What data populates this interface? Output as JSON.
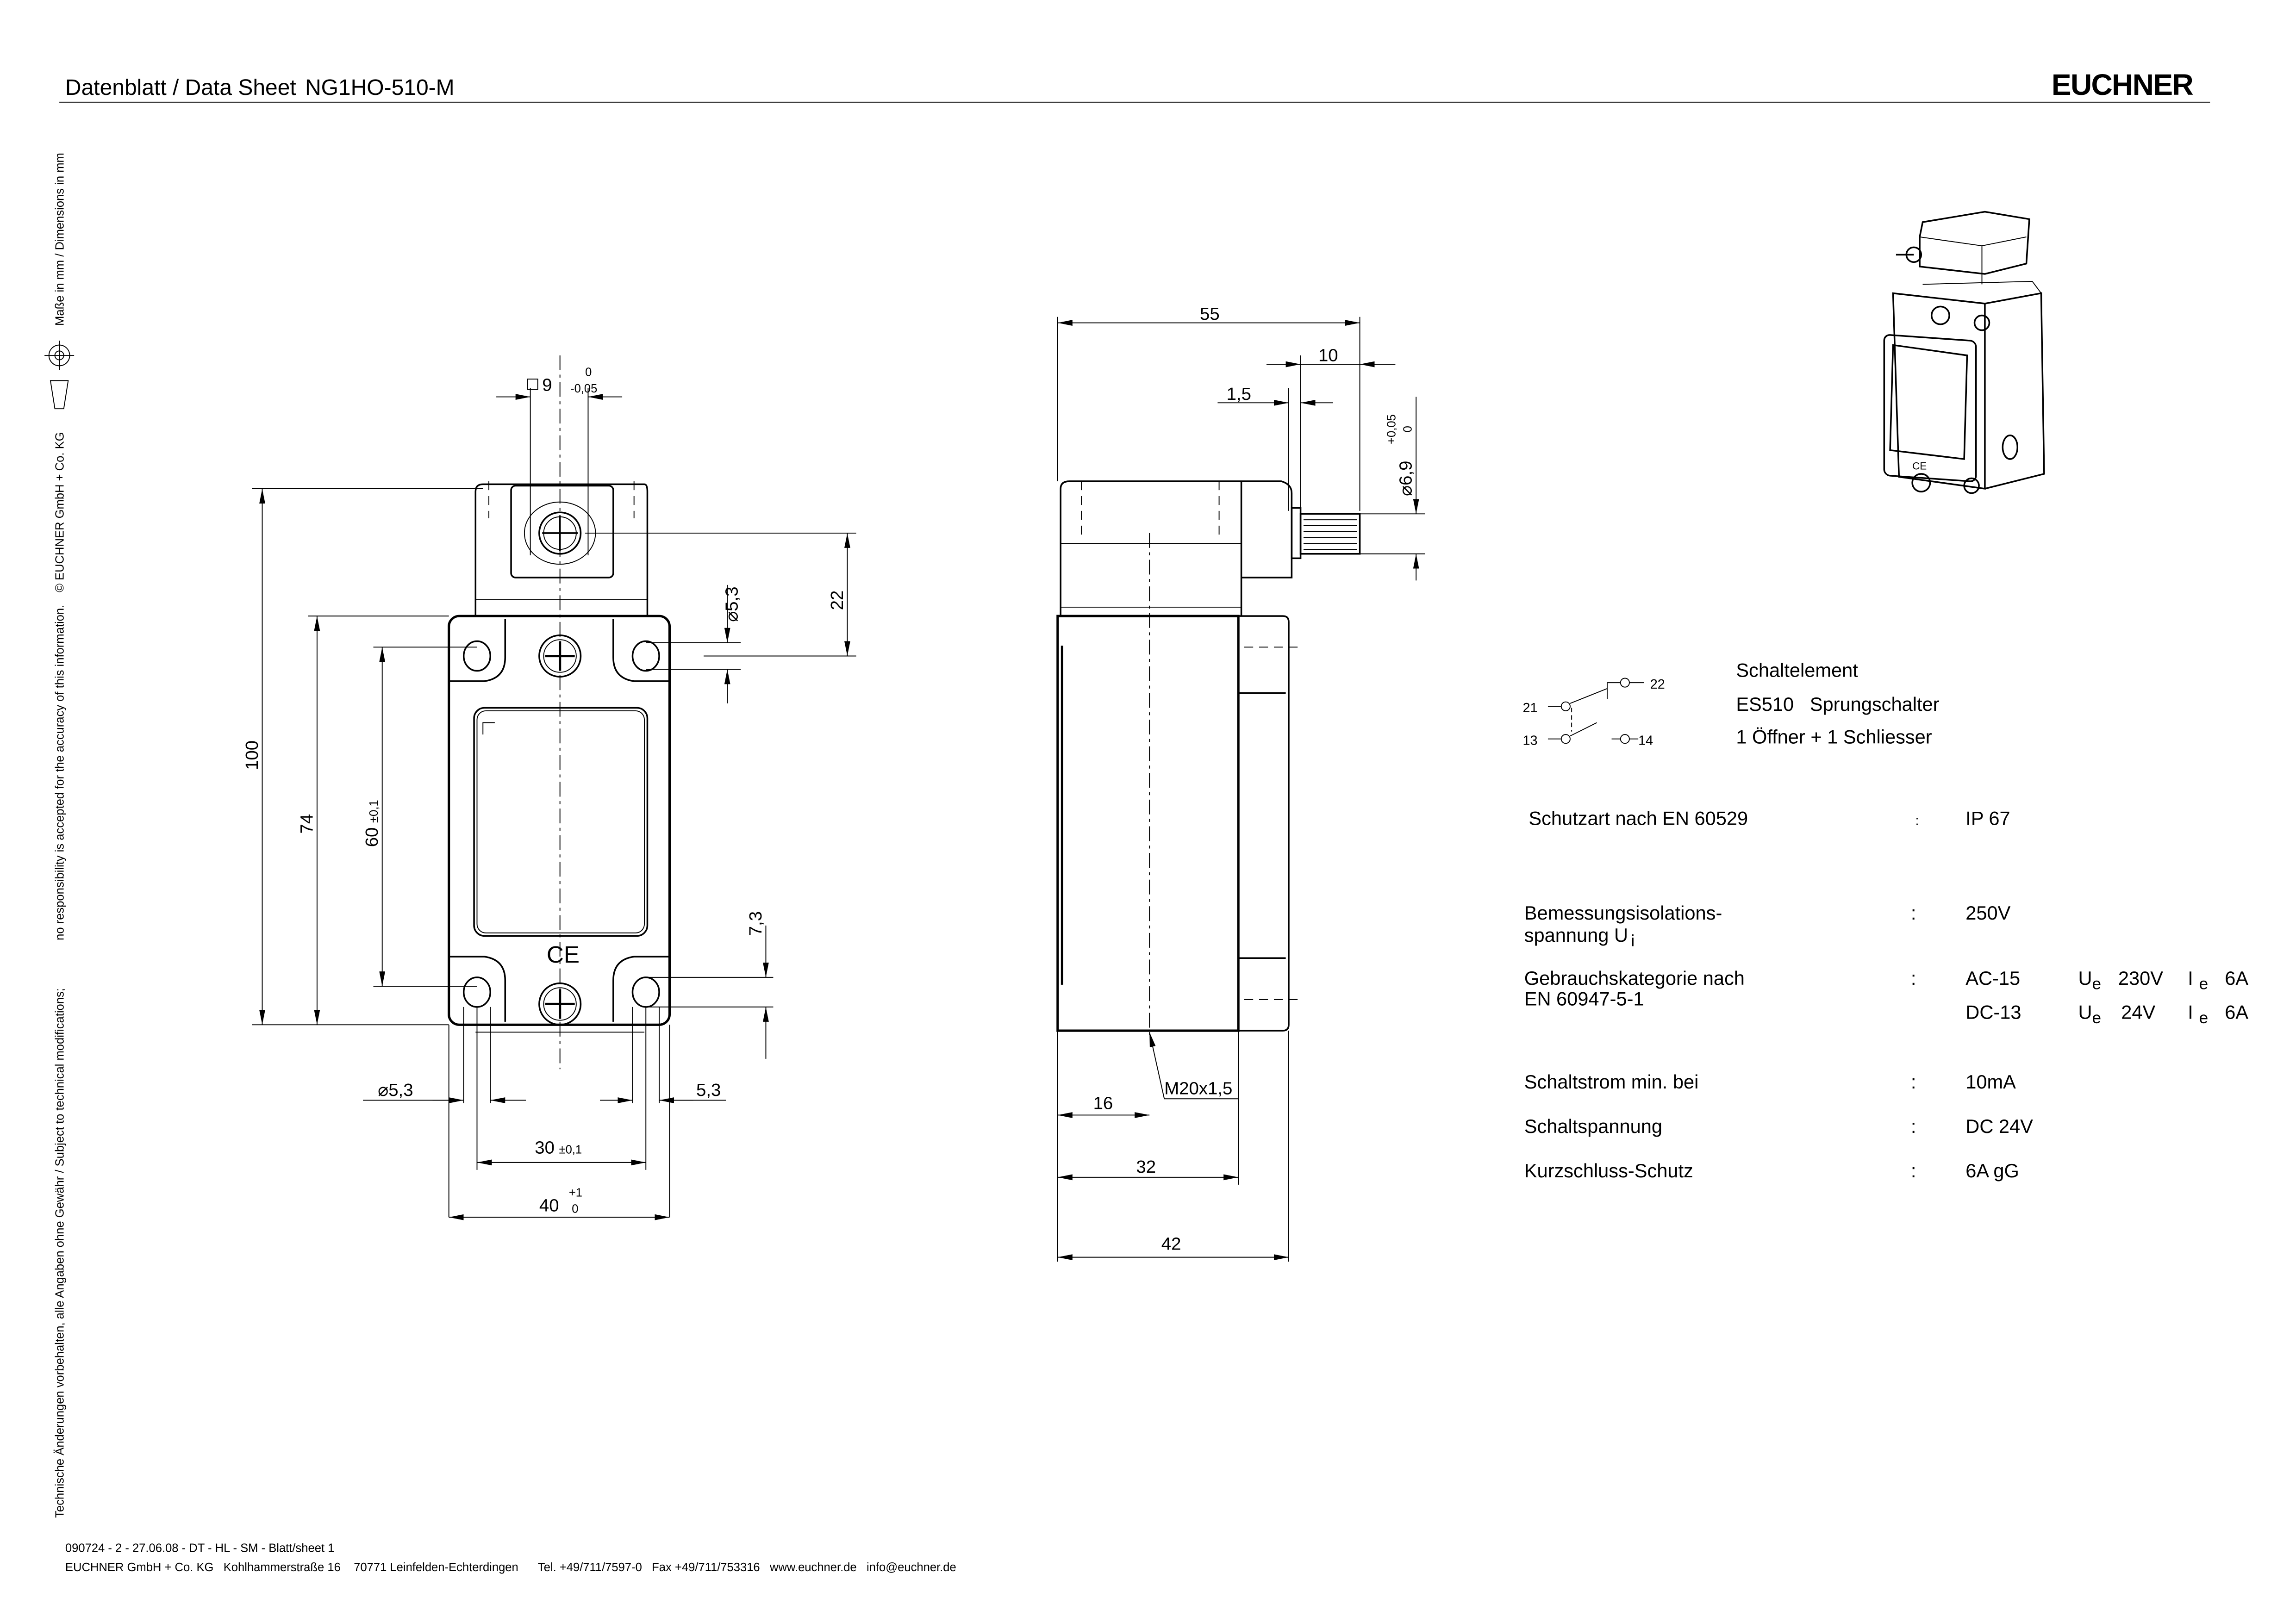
{
  "header": {
    "title": "Datenblatt / Data Sheet",
    "product": "NG1HO-510-M",
    "logo": "EUCHNER"
  },
  "margin": {
    "dimensions_note": "Maße in mm / Dimensions in mm",
    "copyright": "© EUCHNER GmbH + Co. KG",
    "responsibility": "no responsibility is accepted for the accuracy of this information.",
    "modifications": "Technische Änderungen vorbehalten, alle Angaben ohne Gewähr / Subject to technical modifications;"
  },
  "front_view": {
    "square": "9",
    "square_tol_upper": "0",
    "square_tol_lower": "-0,05",
    "dim_100": "100",
    "dim_74": "74",
    "dim_60": "60",
    "dim_60_tol": "±0,1",
    "dim_22": "22",
    "hole_top": "5,3",
    "dim_7_3": "7,3",
    "hole_bottom": "5,3",
    "dim_5_3": "5,3",
    "dim_30": "30",
    "dim_30_tol": "±0,1",
    "dim_40": "40",
    "dim_40_tol_upper": "+1",
    "dim_40_tol_lower": "0",
    "diameter_symbol": "⌀"
  },
  "side_view": {
    "dim_55": "55",
    "dim_10": "10",
    "dim_1_5": "1,5",
    "shaft": "6,9",
    "shaft_tol_upper": "+0,05",
    "shaft_tol_lower": "0",
    "thread": "M20x1,5",
    "dim_16": "16",
    "dim_32": "32",
    "dim_42": "42"
  },
  "contact": {
    "t21": "21",
    "t22": "22",
    "t13": "13",
    "t14": "14",
    "title": "Schaltelement",
    "element": "ES510   Sprungschalter",
    "config": "1 Öffner + 1 Schliesser"
  },
  "specs": {
    "protection": {
      "label": "Schutzart nach EN 60529",
      "value": "IP 67"
    },
    "insulation": {
      "label1": "Bemessungsisolations-",
      "label2": "spannung U",
      "label_sub": "i",
      "value": "250V"
    },
    "category": {
      "label1": "Gebrauchskategorie nach",
      "label2": "EN 60947-5-1",
      "rows": [
        {
          "cat": "AC-15",
          "u": "U",
          "u_sub": "e",
          "u_val": "230V",
          "i": "I",
          "i_sub": "e",
          "i_val": "6A"
        },
        {
          "cat": "DC-13",
          "u": "U",
          "u_sub": "e",
          "u_val": "24V",
          "i": "I",
          "i_sub": "e",
          "i_val": "6A"
        }
      ]
    },
    "min_current": {
      "label": "Schaltstrom min. bei",
      "value": "10mA"
    },
    "switch_voltage": {
      "label": "Schaltspannung",
      "value": "DC 24V"
    },
    "short_circuit": {
      "label": "Kurzschluss-Schutz",
      "value": "6A gG"
    },
    "colon": ":"
  },
  "footer": {
    "doc_line": "090724 - 2 - 27.06.08 - DT - HL - SM - Blatt/sheet  1",
    "address_line": "EUCHNER GmbH + Co. KG   Kohlhammerstraße 16    70771 Leinfelden-Echterdingen      Tel. +49/711/7597-0   Fax +49/711/753316   www.euchner.de   info@euchner.de"
  }
}
